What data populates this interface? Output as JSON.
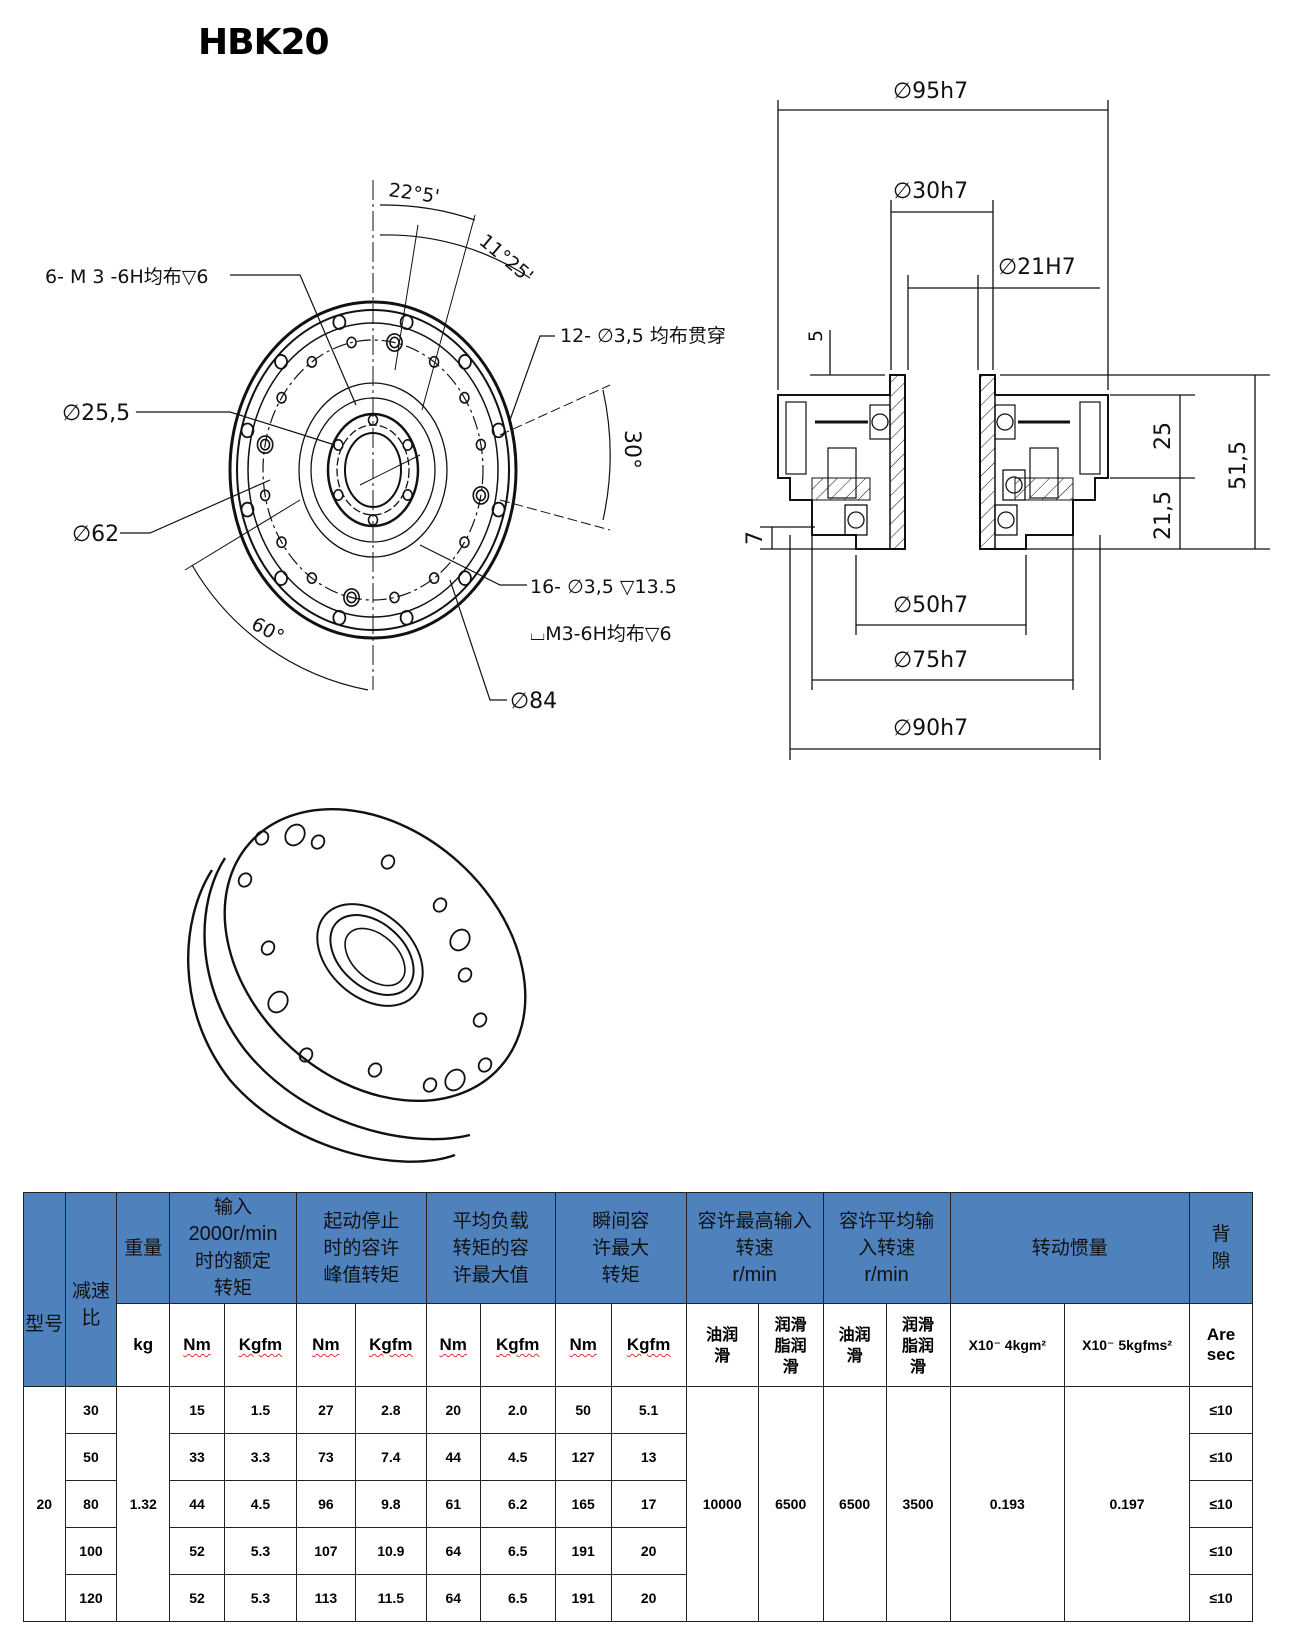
{
  "title": "HBK20",
  "front_view": {
    "labels": {
      "angle_22": "22°5'",
      "angle_11": "11°25'",
      "holes_m3_6": "6- M 3 -6H均布▽6",
      "holes_12": "12- ∅3,5 均布贯穿",
      "dia_25_5": "∅25,5",
      "angle_30": "30°",
      "dia_62": "∅62",
      "holes_16": "16- ∅3,5 ▽13.5",
      "holes_16_sub": "⌴M3-6H均布▽6",
      "angle_60": "60°",
      "dia_84": "∅84"
    }
  },
  "section_view": {
    "labels": {
      "dia_95": "∅95h7",
      "dia_30": "∅30h7",
      "dia_21": "∅21H7",
      "dim_5": "5",
      "dim_25": "25",
      "dim_51_5": "51,5",
      "dim_21_5": "21,5",
      "dim_7": "7",
      "dia_50": "∅50h7",
      "dia_75": "∅75h7",
      "dia_90": "∅90h7"
    }
  },
  "table": {
    "header_color": "#4f81bd",
    "headers": {
      "model": "型号",
      "ratio": "减速比",
      "weight": "重量",
      "rated_torque_l1": "输入",
      "rated_torque_l2": "2000r/min",
      "rated_torque_l3": "时的额定",
      "rated_torque_l4": "转矩",
      "peak_torque": "起动停止时的容许峰值转矩",
      "avg_load_torque": "平均负载转矩的容许最大值",
      "instant_torque": "瞬间容许最大转矩",
      "max_input_speed_cn": "容许最高输入转速",
      "max_input_speed_unit": "r/min",
      "avg_input_speed_cn": "容许平均输入转速",
      "avg_input_speed_unit": "r/min",
      "inertia": "转动惯量",
      "backlash": "背隙"
    },
    "subheaders": {
      "kg": "kg",
      "nm": "Nm",
      "kgfm": "Kgfm",
      "oil": "油润滑",
      "grease": "润滑脂润滑",
      "inertia_si": "X10⁻ 4kgm²",
      "inertia_kgf": "X10⁻ 5kgfms²",
      "arcsec": "Are sec"
    },
    "model": "20",
    "weight": "1.32",
    "max_speed_oil": "10000",
    "max_speed_grease": "6500",
    "avg_speed_oil": "6500",
    "avg_speed_grease": "3500",
    "inertia_si": "0.193",
    "inertia_kgf": "0.197",
    "rows": [
      {
        "ratio": "30",
        "rated_nm": "15",
        "rated_kgfm": "1.5",
        "peak_nm": "27",
        "peak_kgfm": "2.8",
        "avg_nm": "20",
        "avg_kgfm": "2.0",
        "inst_nm": "50",
        "inst_kgfm": "5.1",
        "backlash": "≤10"
      },
      {
        "ratio": "50",
        "rated_nm": "33",
        "rated_kgfm": "3.3",
        "peak_nm": "73",
        "peak_kgfm": "7.4",
        "avg_nm": "44",
        "avg_kgfm": "4.5",
        "inst_nm": "127",
        "inst_kgfm": "13",
        "backlash": "≤10"
      },
      {
        "ratio": "80",
        "rated_nm": "44",
        "rated_kgfm": "4.5",
        "peak_nm": "96",
        "peak_kgfm": "9.8",
        "avg_nm": "61",
        "avg_kgfm": "6.2",
        "inst_nm": "165",
        "inst_kgfm": "17",
        "backlash": "≤10"
      },
      {
        "ratio": "100",
        "rated_nm": "52",
        "rated_kgfm": "5.3",
        "peak_nm": "107",
        "peak_kgfm": "10.9",
        "avg_nm": "64",
        "avg_kgfm": "6.5",
        "inst_nm": "191",
        "inst_kgfm": "20",
        "backlash": "≤10"
      },
      {
        "ratio": "120",
        "rated_nm": "52",
        "rated_kgfm": "5.3",
        "peak_nm": "113",
        "peak_kgfm": "11.5",
        "avg_nm": "64",
        "avg_kgfm": "6.5",
        "inst_nm": "191",
        "inst_kgfm": "20",
        "backlash": "≤10"
      }
    ]
  }
}
